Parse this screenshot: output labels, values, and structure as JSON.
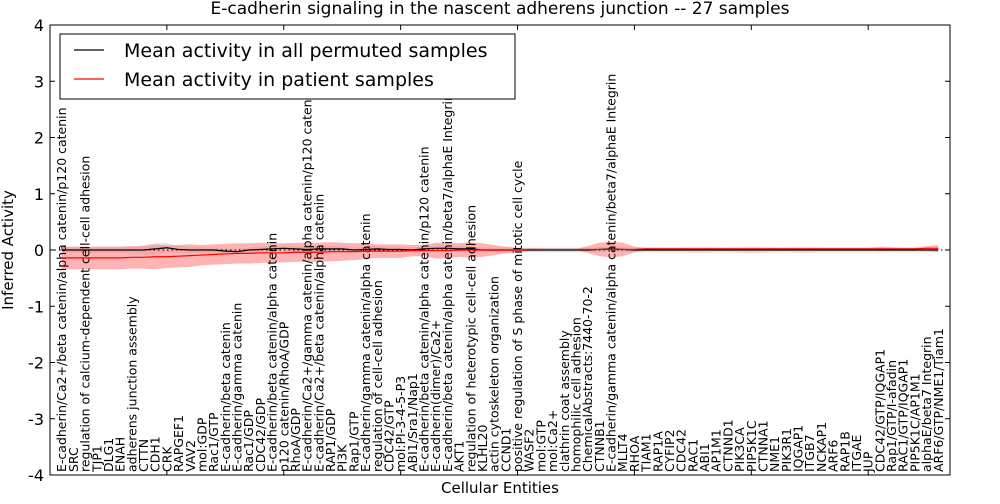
{
  "chart_data": {
    "type": "line",
    "title": "E-cadherin signaling in the nascent adherens junction -- 27 samples",
    "xlabel": "Cellular Entities",
    "ylabel": "Inferred Activity",
    "ylim": [
      -4,
      4
    ],
    "yticks": [
      "-4",
      "-3",
      "-2",
      "-1",
      "0",
      "1",
      "2",
      "3",
      "4"
    ],
    "grid": false,
    "legend_position": "top-left",
    "categories": [
      "E-cadherin/Ca2+/beta catenin/alpha catenin/p120 catenin",
      "SRC",
      "regulation of calcium-dependent cell-cell adhesion",
      "TJP1",
      "DLG1",
      "ENAH",
      "adherens junction assembly",
      "CTTN",
      "CDH1",
      "CRK",
      "RAPGEF1",
      "VAV2",
      "mol:GDP",
      "Rac1/GTP",
      "E-cadherin/beta catenin",
      "E-cadherin/gamma catenin",
      "Rac1/GDP",
      "CDC42/GDP",
      "E-cadherin/beta catenin/alpha catenin",
      "p120 catenin/RhoA/GDP",
      "RhoA/GDP",
      "E-cadherin/Ca2+/gamma catenin/alpha catenin/p120 catenin",
      "E-cadherin/Ca2+/beta catenin/alpha catenin",
      "RAP1/GDP",
      "PI3K",
      "Rap1/GTP",
      "E-cadherin/gamma catenin/alpha catenin",
      "regulation of cell-cell adhesion",
      "CDC42/GTP",
      "mol:PI-3-4-5-P3",
      "ABI1/Sra1/Nap1",
      "E-cadherin/beta catenin/alpha catenin/p120 catenin",
      "E-cadherin(dimer)/Ca2+",
      "E-cadherin/beta catenin/alpha catenin/beta7/alphaE Integrin",
      "AKT1",
      "regulation of heterotypic cell-cell adhesion",
      "KLHL20",
      "actin cytoskeleton organization",
      "CCND1",
      "positive regulation of S phase of mitotic cell cycle",
      "WASF2",
      "mol:GTP",
      "mol:Ca2+",
      "clathrin coat assembly",
      "homophilic cell adhesion",
      "ChemicalAbstracts:7440-70-2",
      "CTNNB1",
      "E-cadherin/gamma catenin/alpha catenin/beta7/alphaE Integrin",
      "MLLT4",
      "RHOA",
      "TIAM1",
      "RAP1A",
      "CYFIP2",
      "CDC42",
      "RAC1",
      "ABI1",
      "AP1M1",
      "CTNND1",
      "PIK3CA",
      "PIP5K1C",
      "CTNNA1",
      "NME1",
      "PIK3R1",
      "IQGAP1",
      "ITGB7",
      "NCKAP1",
      "ARF6",
      "RAP1B",
      "ITGAE",
      "JUP",
      "CDC42/GTP/IQGAP1",
      "Rap1/GTP/I-afadin",
      "RAC1/GTP/IQGAP1",
      "PIP5K1C/AP1M1",
      "alphaE/beta7 Integrin",
      "ARF6/GTP/NME1/Tiam1"
    ],
    "series": [
      {
        "name": "Mean activity in all permuted samples",
        "color": "#000000",
        "band_color": "#bbbbbb",
        "values": [
          0,
          0,
          0,
          0,
          0,
          0,
          0,
          0,
          0.02,
          0.04,
          0.01,
          0,
          0,
          0,
          -0.02,
          -0.03,
          0,
          0.01,
          0.02,
          0.03,
          0.02,
          0.01,
          0.02,
          0.02,
          0.02,
          0,
          0.01,
          0.02,
          0.01,
          0.01,
          0,
          0.02,
          0.03,
          0.03,
          0.02,
          0.02,
          0,
          0,
          0,
          0,
          0,
          0,
          0,
          0,
          0,
          0,
          0.01,
          0.02,
          0.01,
          0,
          0,
          0,
          0,
          0,
          0,
          0,
          0,
          0,
          0,
          0,
          0,
          0,
          0,
          0,
          0,
          0,
          0,
          0,
          0,
          0,
          0,
          0,
          0,
          0,
          0,
          0
        ],
        "spread": [
          0.05,
          0.05,
          0.05,
          0.05,
          0.05,
          0.05,
          0.06,
          0.08,
          0.1,
          0.08,
          0.06,
          0.06,
          0.05,
          0.05,
          0.05,
          0.05,
          0.05,
          0.05,
          0.05,
          0.05,
          0.05,
          0.05,
          0.05,
          0.05,
          0.05,
          0.05,
          0.05,
          0.05,
          0.05,
          0.05,
          0.05,
          0.05,
          0.05,
          0.05,
          0.05,
          0.05,
          0.04,
          0.04,
          0.04,
          0.04,
          0.04,
          0.04,
          0.04,
          0.04,
          0.04,
          0.04,
          0.04,
          0.04,
          0.04,
          0.04,
          0.04,
          0.04,
          0.04,
          0.04,
          0.05,
          0.05,
          0.04,
          0.04,
          0.05,
          0.06,
          0.05,
          0.04,
          0.04,
          0.05,
          0.05,
          0.04,
          0.04,
          0.04,
          0.04,
          0.04,
          0.04,
          0.04,
          0.04,
          0.04,
          0.04,
          0.04
        ]
      },
      {
        "name": "Mean activity in patient samples",
        "color": "#ff0000",
        "band_color": "#ff8080",
        "values": [
          -0.14,
          -0.14,
          -0.14,
          -0.14,
          -0.14,
          -0.14,
          -0.13,
          -0.13,
          -0.12,
          -0.12,
          -0.11,
          -0.1,
          -0.09,
          -0.08,
          -0.07,
          -0.06,
          -0.06,
          -0.05,
          -0.05,
          -0.05,
          -0.04,
          -0.04,
          -0.04,
          -0.03,
          -0.03,
          -0.03,
          -0.02,
          -0.02,
          -0.02,
          -0.02,
          -0.01,
          -0.01,
          -0.01,
          -0.01,
          0,
          0,
          0,
          0,
          0,
          0,
          0.01,
          0.01,
          0.01,
          0.01,
          0.01,
          0.01,
          0.01,
          0.01,
          0.01,
          0.01,
          0.02,
          0.02,
          0.02,
          0.02,
          0.02,
          0.02,
          0.02,
          0.02,
          0.02,
          0.02,
          0.02,
          0.02,
          0.02,
          0.02,
          0.02,
          0.02,
          0.02,
          0.02,
          0.02,
          0.02,
          0.02,
          0.02,
          0.02,
          0.02,
          0.03,
          0.03
        ],
        "spread": [
          0.2,
          0.2,
          0.2,
          0.2,
          0.2,
          0.2,
          0.2,
          0.2,
          0.22,
          0.2,
          0.2,
          0.2,
          0.18,
          0.18,
          0.18,
          0.18,
          0.18,
          0.18,
          0.17,
          0.17,
          0.17,
          0.17,
          0.17,
          0.17,
          0.16,
          0.15,
          0.14,
          0.12,
          0.12,
          0.12,
          0.1,
          0.1,
          0.14,
          0.14,
          0.12,
          0.14,
          0.12,
          0.09,
          0.06,
          0.04,
          0.02,
          0.02,
          0.01,
          0.01,
          0.01,
          0.06,
          0.12,
          0.14,
          0.12,
          0.05,
          0.02,
          0.02,
          0.02,
          0.02,
          0.02,
          0.02,
          0.02,
          0.02,
          0.02,
          0.02,
          0.02,
          0.02,
          0.02,
          0.02,
          0.02,
          0.02,
          0.02,
          0.02,
          0.02,
          0.02,
          0.04,
          0.03,
          0.02,
          0.02,
          0.04,
          0.06
        ]
      }
    ]
  }
}
